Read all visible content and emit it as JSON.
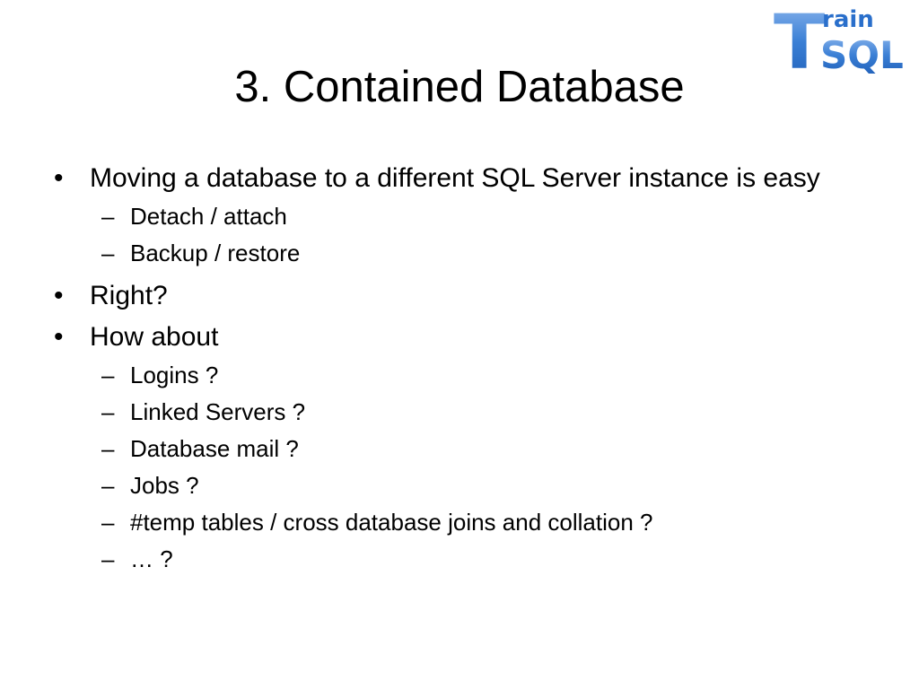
{
  "slide": {
    "title": "3. Contained Database",
    "logo": {
      "big_letter": "T",
      "small_word": "rain",
      "word": "SQL",
      "colors": {
        "primary": "#3a7fd5",
        "dark": "#1f5fb8"
      }
    },
    "bullets": [
      {
        "text": "Moving a database to a different SQL Server instance is easy",
        "children": [
          "Detach / attach",
          "Backup / restore"
        ]
      },
      {
        "text": "Right?",
        "children": []
      },
      {
        "text": "How about",
        "children": [
          "Logins ?",
          "Linked Servers ?",
          "Database mail ?",
          "Jobs ?",
          "#temp tables / cross database joins and collation ?",
          "… ?"
        ]
      }
    ]
  }
}
